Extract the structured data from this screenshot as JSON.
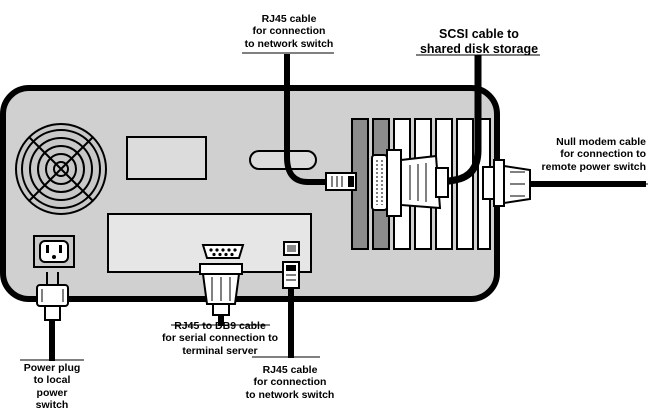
{
  "labels": {
    "rj45_top": [
      "RJ45 cable",
      "for connection",
      "to network switch"
    ],
    "scsi": [
      "SCSI cable to",
      "shared disk storage"
    ],
    "null_modem": [
      "Null modem cable",
      "for connection to",
      "remote power switch"
    ],
    "rj45_db9": [
      "RJ45 to DB9 cable",
      "for serial connection to",
      "terminal server"
    ],
    "power_plug": [
      "Power plug",
      "to local",
      "power",
      "switch"
    ],
    "rj45_bottom": [
      "RJ45 cable",
      "for connection",
      "to network switch"
    ]
  }
}
